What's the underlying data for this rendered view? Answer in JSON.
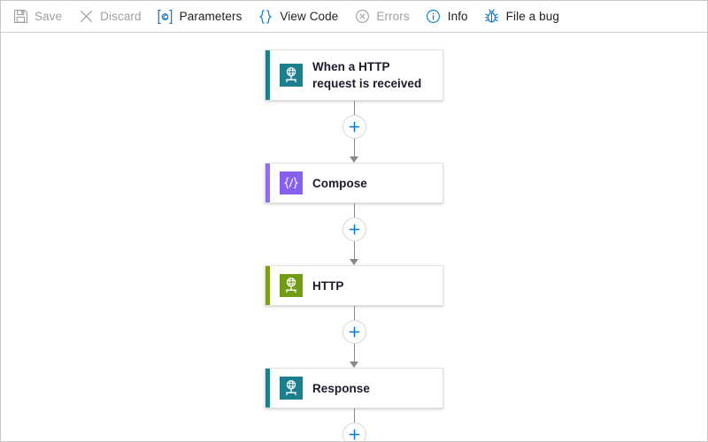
{
  "toolbar": {
    "items": [
      {
        "id": "save",
        "label": "Save",
        "icon": "save-icon",
        "enabled": false
      },
      {
        "id": "discard",
        "label": "Discard",
        "icon": "discard-icon",
        "enabled": false
      },
      {
        "id": "parameters",
        "label": "Parameters",
        "icon": "parameters-icon",
        "enabled": true
      },
      {
        "id": "view-code",
        "label": "View Code",
        "icon": "view-code-icon",
        "enabled": true
      },
      {
        "id": "errors",
        "label": "Errors",
        "icon": "errors-icon",
        "enabled": false
      },
      {
        "id": "info",
        "label": "Info",
        "icon": "info-icon",
        "enabled": true
      },
      {
        "id": "file-a-bug",
        "label": "File a bug",
        "icon": "bug-icon",
        "enabled": true
      }
    ]
  },
  "colors": {
    "accent_blue": "#0078d4",
    "disabled_gray": "#a19f9d",
    "teal": "#1f7f8c",
    "teal_icon": "#1c7f8e",
    "purple": "#8c6fef",
    "purple_icon": "#8661f0",
    "olive": "#7aa116",
    "olive_icon": "#719c14",
    "connector_gray": "#8a8886",
    "card_border": "#e1e1e1",
    "canvas_bg": "#ffffff"
  },
  "designer": {
    "nodes": [
      {
        "id": "trigger-http-request",
        "title": "When a HTTP request is received",
        "icon": "http-request-icon",
        "accent": "#1f7f8c",
        "icon_bg": "#1c7f8e",
        "lines": 2
      },
      {
        "id": "action-compose",
        "title": "Compose",
        "icon": "compose-icon",
        "accent": "#8c6fef",
        "icon_bg": "#8661f0",
        "lines": 1
      },
      {
        "id": "action-http",
        "title": "HTTP",
        "icon": "http-icon",
        "accent": "#7aa116",
        "icon_bg": "#719c14",
        "lines": 1
      },
      {
        "id": "action-response",
        "title": "Response",
        "icon": "response-icon",
        "accent": "#1f7f8c",
        "icon_bg": "#1c7f8e",
        "lines": 1
      }
    ],
    "add_buttons": [
      {
        "id": "add-step-1",
        "label": "+",
        "after": "trigger-http-request"
      },
      {
        "id": "add-step-2",
        "label": "+",
        "after": "action-compose"
      },
      {
        "id": "add-step-3",
        "label": "+",
        "after": "action-http"
      },
      {
        "id": "add-step-4",
        "label": "+",
        "after": "action-response"
      }
    ]
  }
}
